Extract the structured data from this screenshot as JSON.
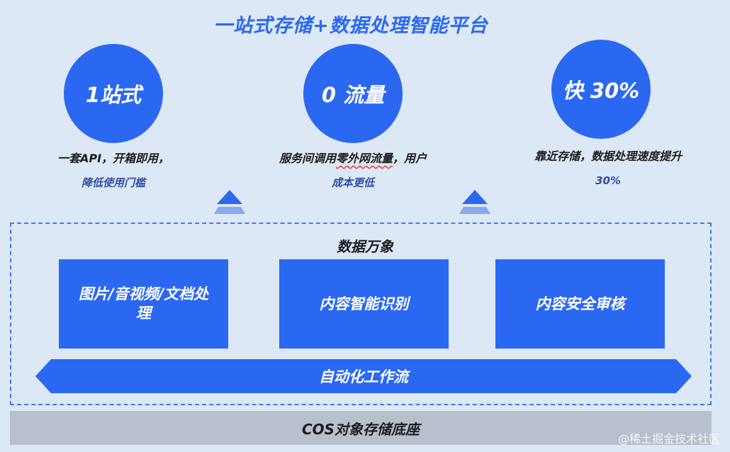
{
  "title": "一站式存储+数据处理智能平台",
  "features": [
    {
      "badge": "1站式",
      "line1": "一套API，开箱即用，",
      "line2": "降低使用门槛"
    },
    {
      "badge": "0 流量",
      "line1_pre": "服务间调用",
      "line1_mark": "零外网流量",
      "line1_post": "，用户",
      "line2": "成本更低"
    },
    {
      "badge": "快 30%",
      "line1": "靠近存储，数据处理速度提升",
      "line2": "30%"
    }
  ],
  "data_wanxiang": {
    "title": "数据万象",
    "modules": [
      "图片/音视频/文档处理",
      "内容智能识别",
      "内容安全审核"
    ],
    "workflow": "自动化工作流"
  },
  "base": "COS对象存储底座",
  "watermark": "@稀土掘金技术社区",
  "colors": {
    "accent": "#2b68f2",
    "background": "#dde8f6",
    "base": "#b8c0cc"
  }
}
